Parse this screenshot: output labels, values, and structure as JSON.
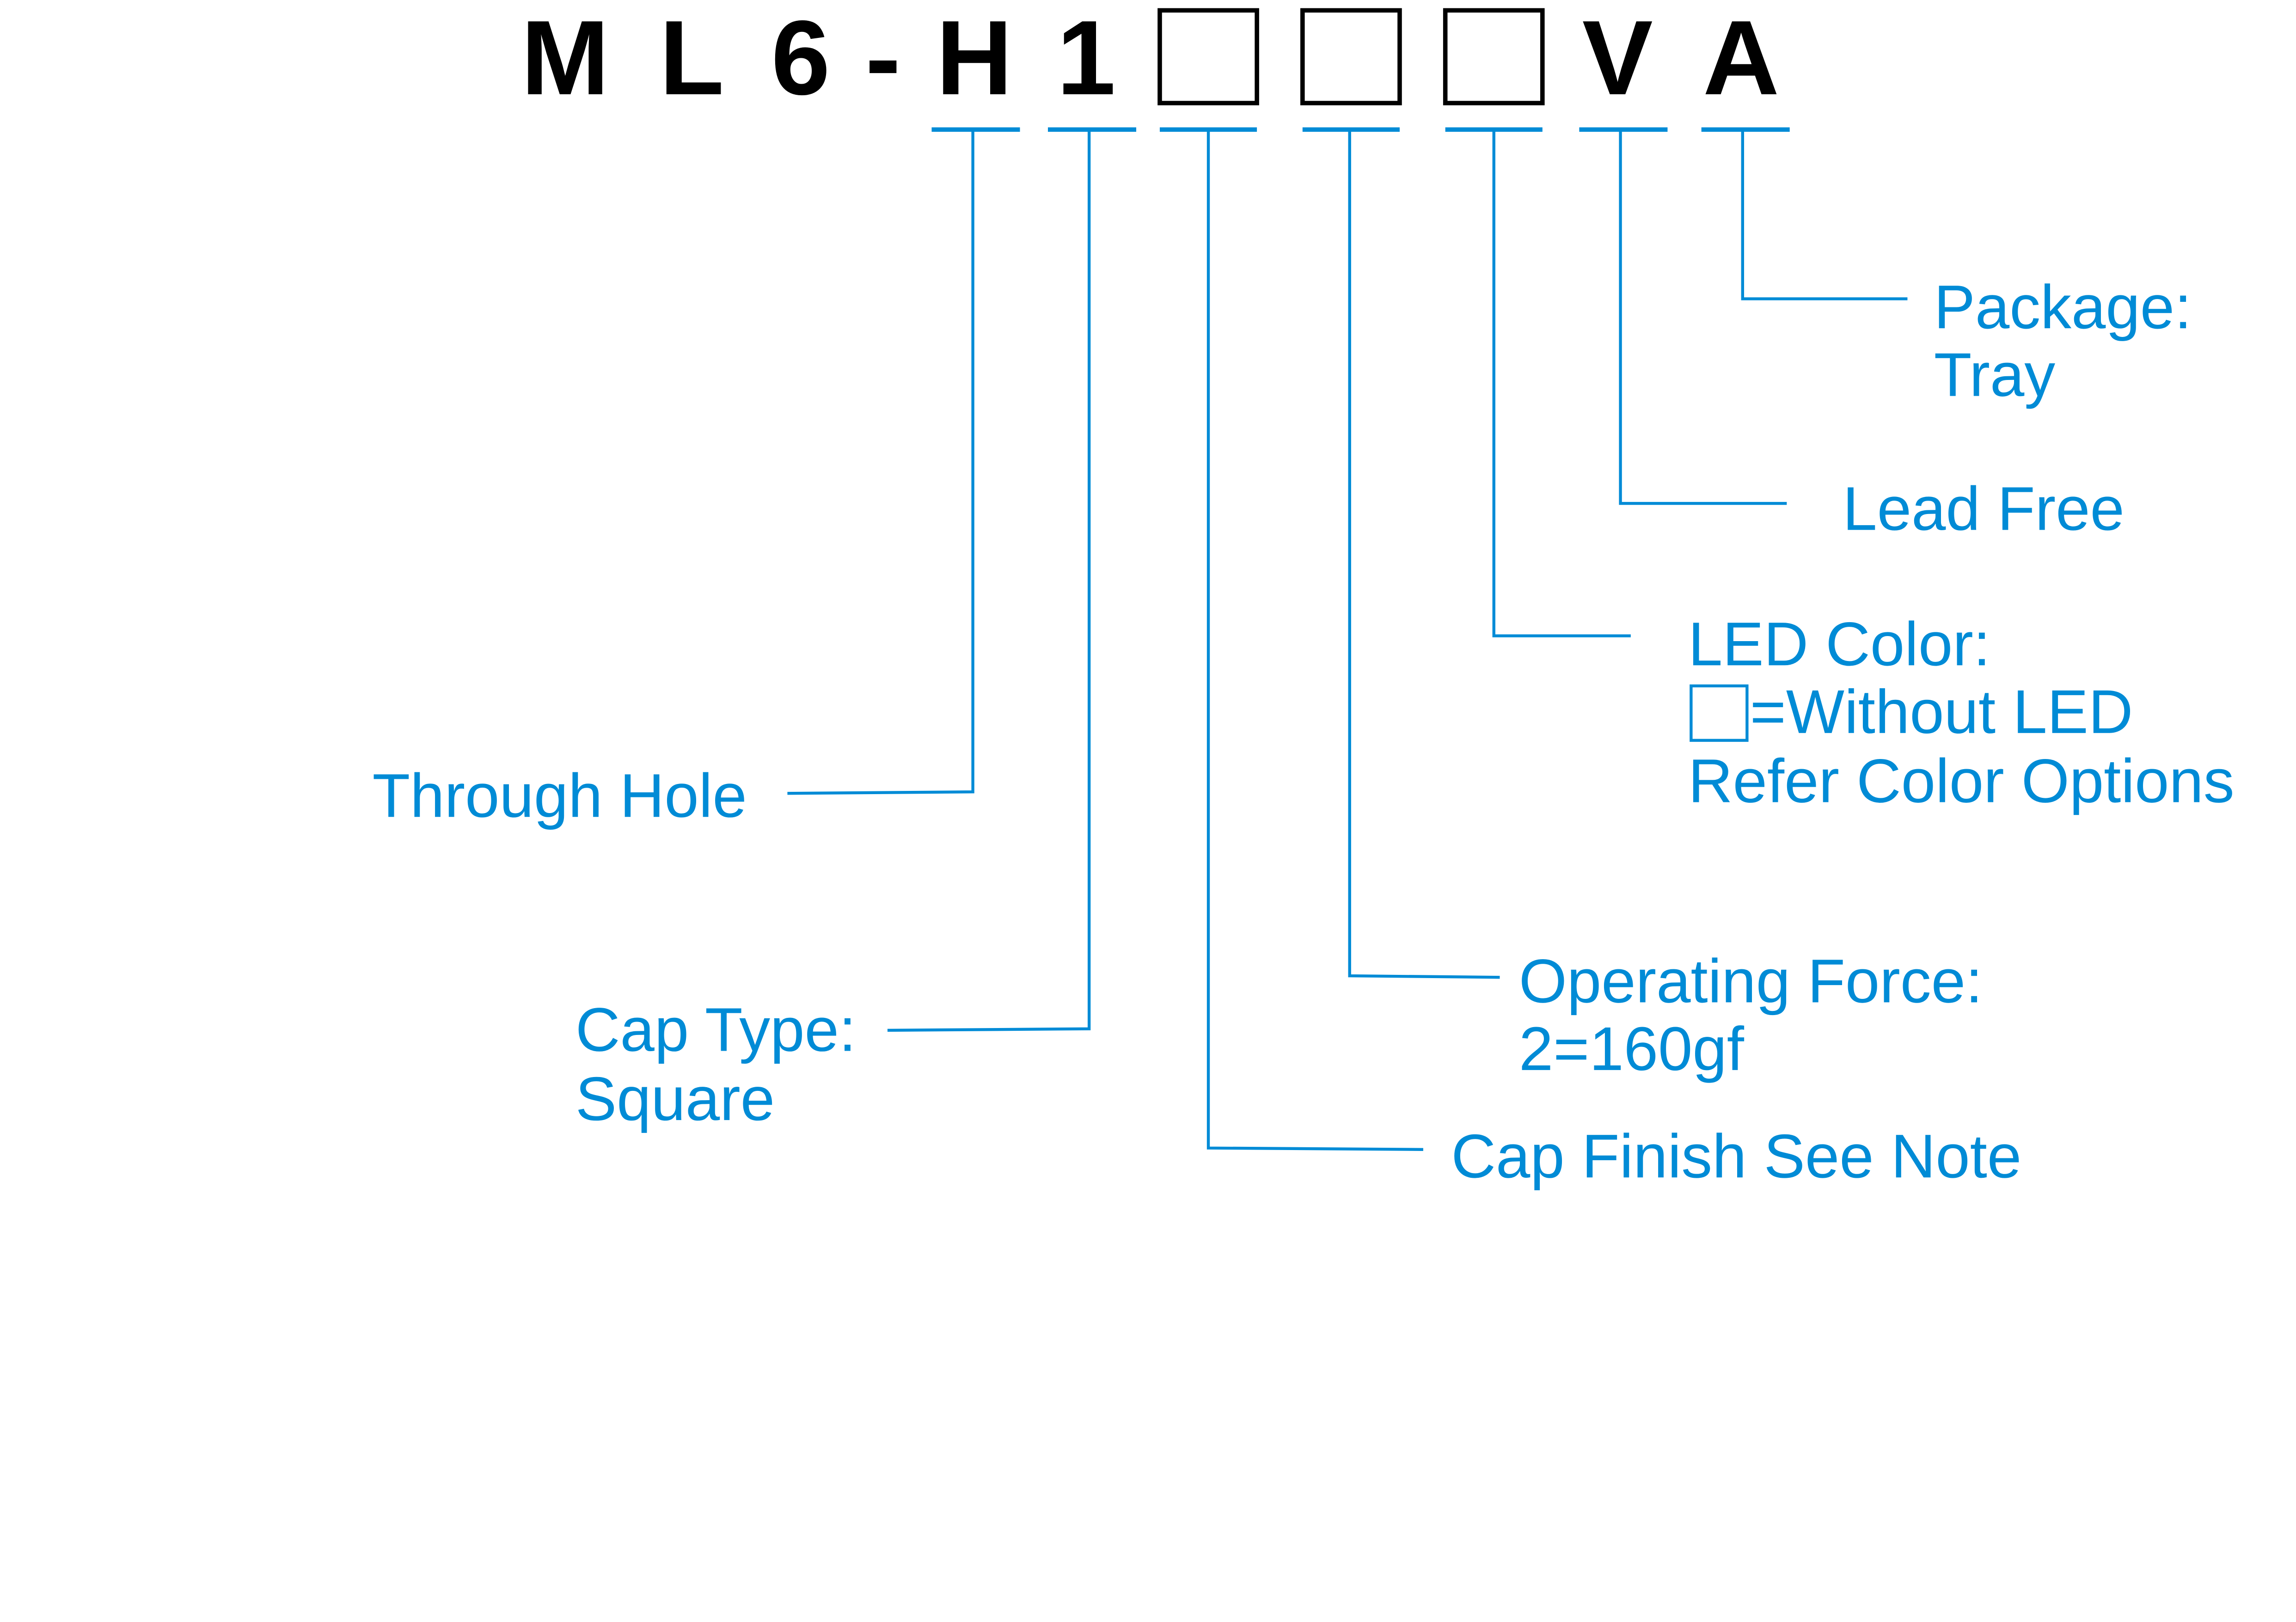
{
  "part_number": {
    "prefix_chars": [
      "M",
      "L",
      "6",
      "-"
    ],
    "fields": [
      {
        "char": "H",
        "description": [
          "Through Hole"
        ]
      },
      {
        "char": "1",
        "description": [
          "Cap Type:",
          "Square"
        ]
      },
      {
        "char": "",
        "placeholder": true,
        "description": [
          "Cap Finish See Note"
        ]
      },
      {
        "char": "",
        "placeholder": true,
        "description": [
          "Operating Force:",
          "2=160gf"
        ]
      },
      {
        "char": "",
        "placeholder": true,
        "description": [
          "LED Color:",
          "=Without LED",
          "Refer Color Options"
        ]
      },
      {
        "char": "V",
        "description": [
          "Lead Free"
        ]
      },
      {
        "char": "A",
        "description": [
          "Package:",
          "Tray"
        ]
      }
    ]
  },
  "colors": {
    "accent": "#008bd6",
    "code": "#000000"
  }
}
